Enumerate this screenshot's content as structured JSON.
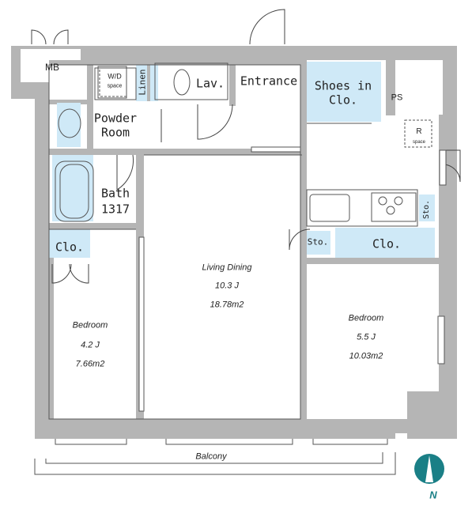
{
  "rooms": {
    "mb": "MB",
    "wd": "W/D",
    "wd_sub": "space",
    "linen": "Linen",
    "lav": "Lav.",
    "entrance": "Entrance",
    "shoes_1": "Shoes in",
    "shoes_2": "Clo.",
    "ps": "PS",
    "r": "R",
    "r_sub": "space",
    "powder_1": "Powder",
    "powder_2": "Room",
    "bath_1": "Bath",
    "bath_2": "1317",
    "sto_right": "Sto.",
    "sto_mid": "Sto.",
    "clo_right": "Clo.",
    "clo_left": "Clo.",
    "living_name": "Living Dining",
    "living_j": "10.3 J",
    "living_area": "18.78m2",
    "bed_left_name": "Bedroom",
    "bed_left_j": "4.2 J",
    "bed_left_area": "7.66m2",
    "bed_right_name": "Bedroom",
    "bed_right_j": "5.5 J",
    "bed_right_area": "10.03m2",
    "balcony": "Balcony"
  },
  "north": "N",
  "colors": {
    "wall": "#b4b4b4",
    "closet": "#cfe9f7",
    "accent": "#1a7f86"
  }
}
